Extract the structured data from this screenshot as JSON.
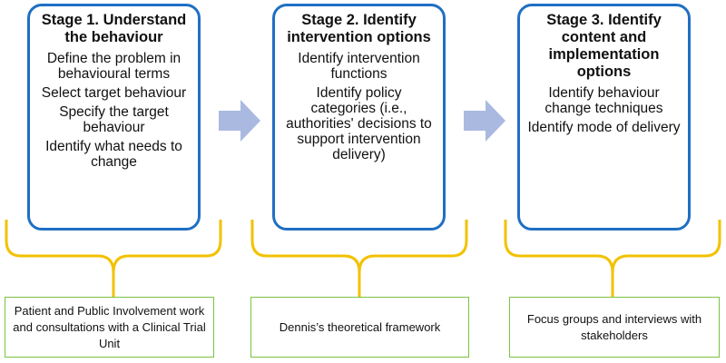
{
  "stages": [
    {
      "title": "Stage 1. Understand the behaviour",
      "items": [
        "Define the problem in behavioural terms",
        "Select target behaviour",
        "Specify the target behaviour",
        "Identify what needs to change"
      ]
    },
    {
      "title": "Stage 2. Identify intervention options",
      "items": [
        "Identify intervention functions",
        "Identify policy categories (i.e., authorities' decisions to support intervention delivery)"
      ]
    },
    {
      "title": "Stage 3. Identify content and implementation options",
      "items": [
        "Identify behaviour change techniques",
        "Identify mode of delivery"
      ]
    }
  ],
  "sources": [
    "Patient and Public Involvement work and consultations with a Clinical Trial Unit",
    "Dennis’s theoretical framework",
    "Focus groups and interviews with stakeholders"
  ],
  "colors": {
    "stage_border": "#1f6fc4",
    "arrow": "#a9b9e0",
    "brace": "#f2c200",
    "source_border": "#7dc242"
  }
}
